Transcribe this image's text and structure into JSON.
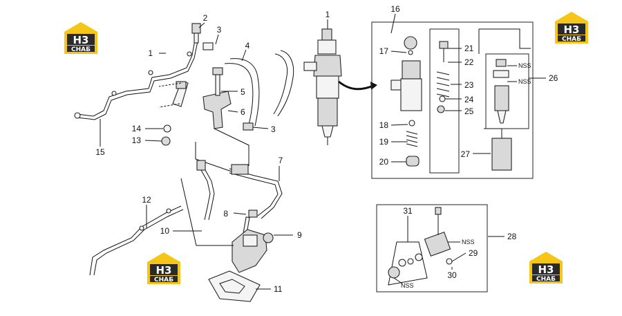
{
  "logo": {
    "mark": "H3",
    "word": "СНАБ",
    "yellow": "#f5c518",
    "dark": "#2a2a2a"
  },
  "callouts": {
    "c1a": "1",
    "c2": "2",
    "c3a": "3",
    "c4": "4",
    "c5": "5",
    "c6": "6",
    "c3b": "3",
    "c14": "14",
    "c13": "13",
    "c15": "15",
    "c7": "7",
    "c12": "12",
    "c8": "8",
    "c10": "10",
    "c9": "9",
    "c11": "11",
    "c1b": "1",
    "c16": "16",
    "c17": "17",
    "c21": "21",
    "c22": "22",
    "c23": "23",
    "c24": "24",
    "c25": "25",
    "c18": "18",
    "c19": "19",
    "c20": "20",
    "c26": "26",
    "c27": "27",
    "c31": "31",
    "c28": "28",
    "c29": "29",
    "c30": "30"
  },
  "nss": {
    "n1": "NSS",
    "n2": "NSS",
    "n3": "NSS",
    "n4": "NSS"
  }
}
